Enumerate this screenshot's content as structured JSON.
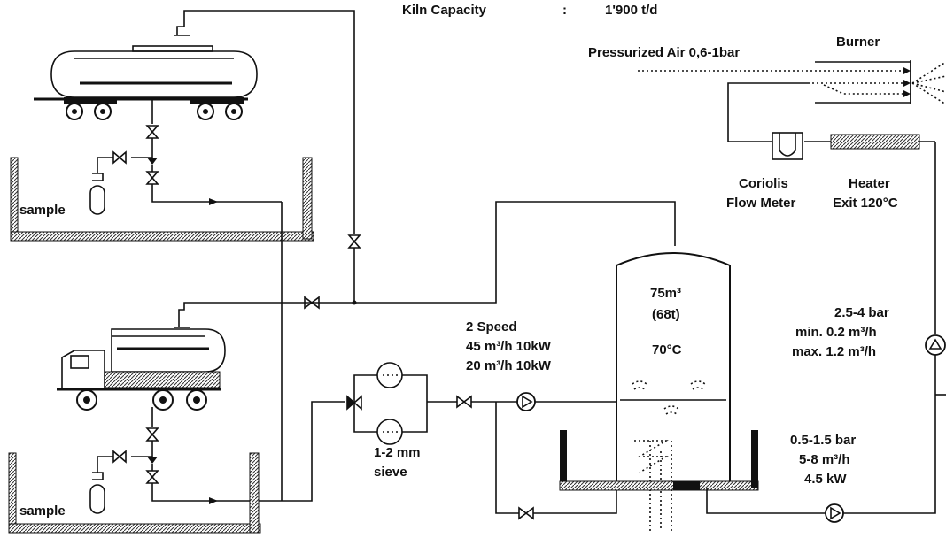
{
  "kiln": {
    "label": "Kiln Capacity",
    "sep": ":",
    "value": "1'900 t/d"
  },
  "air": {
    "label": "Pressurized Air 0,6-1bar"
  },
  "burner": {
    "label": "Burner"
  },
  "coriolis": {
    "line1": "Coriolis",
    "line2": "Flow Meter"
  },
  "heater": {
    "line1": "Heater",
    "line2": "Exit 120°C"
  },
  "sample_top": {
    "label": "sample"
  },
  "sample_bottom": {
    "label": "sample"
  },
  "tank": {
    "volume": "75m³",
    "mass": "(68t)",
    "temp": "70°C"
  },
  "main_pump": {
    "title": "2 Speed",
    "spec1": "45 m³/h  10kW",
    "spec2": "20 m³/h  10kW"
  },
  "sieve": {
    "line1": "1-2 mm",
    "line2": "sieve"
  },
  "feed_pump": {
    "p": "2.5-4 bar",
    "min": "min. 0.2 m³/h",
    "max": "max. 1.2  m³/h"
  },
  "circ_pump": {
    "p": "0.5-1.5 bar",
    "flow": "5-8 m³/h",
    "power": "4.5 kW"
  }
}
